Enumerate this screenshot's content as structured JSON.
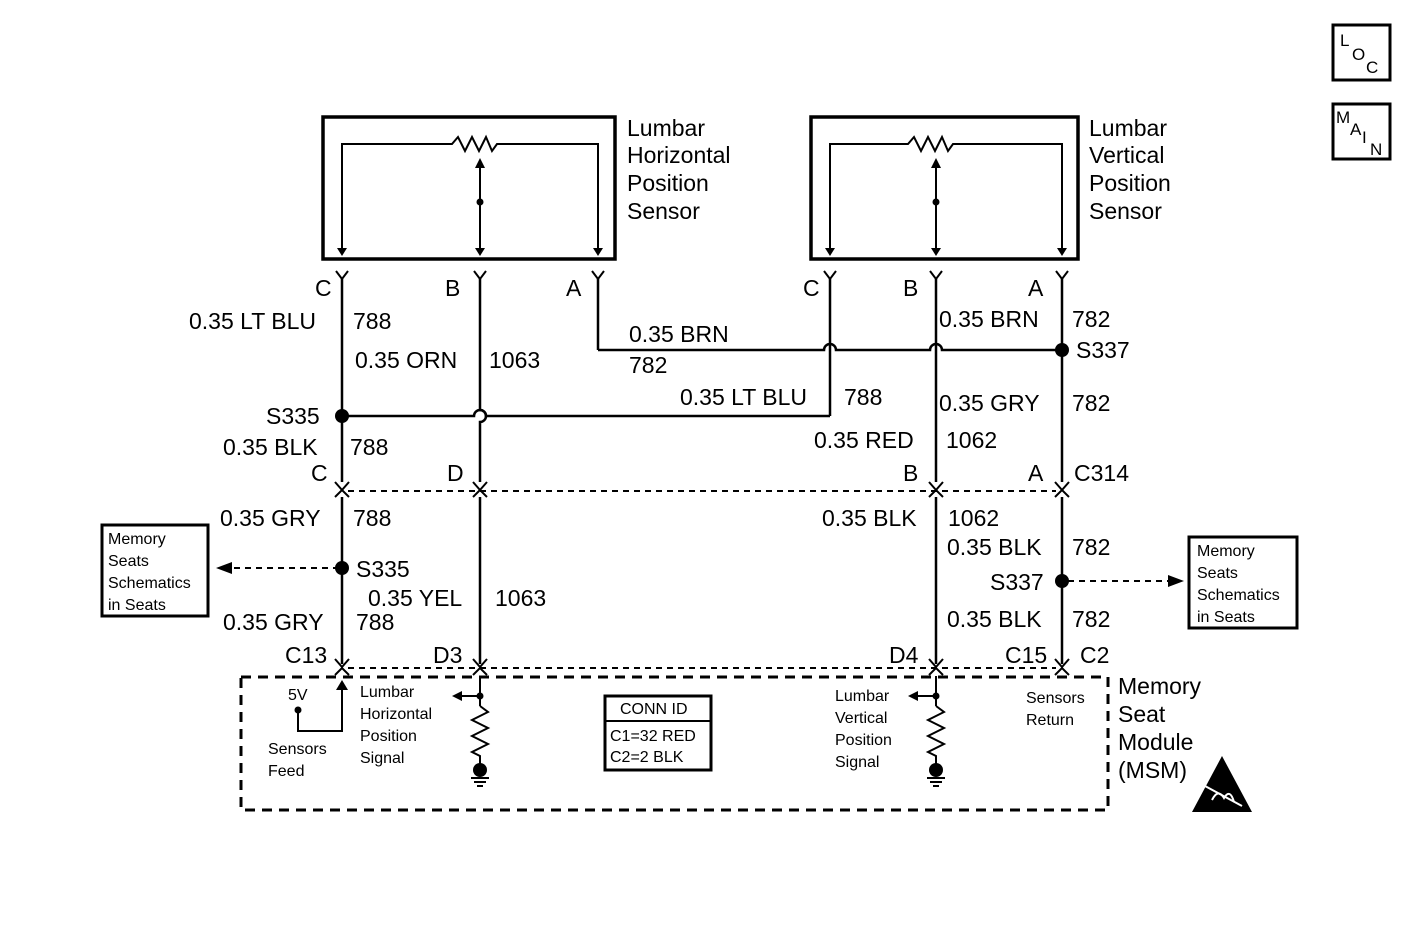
{
  "nav": {
    "loc": {
      "l1": "L",
      "l2": "O",
      "l3": "C"
    },
    "main": {
      "l1": "M",
      "l2": "A",
      "l3": "I",
      "l4": "N"
    }
  },
  "components": {
    "horiz_sensor": [
      "Lumbar",
      "Horizontal",
      "Position",
      "Sensor"
    ],
    "vert_sensor": [
      "Lumbar",
      "Vertical",
      "Position",
      "Sensor"
    ],
    "module": [
      "Memory",
      "Seat",
      "Module",
      "(MSM)"
    ]
  },
  "pins_top": {
    "hC": "C",
    "hB": "B",
    "hA": "A",
    "vC": "C",
    "vB": "B",
    "vA": "A"
  },
  "wires": {
    "w1_color": "0.35 LT BLU",
    "w1_circ": "788",
    "w2_color": "0.35 ORN",
    "w2_circ": "1063",
    "w3_color": "0.35 BRN",
    "w3_circ": "782",
    "w4_color": "0.35 BRN",
    "w4_circ": "782",
    "w5_color": "0.35 LT BLU",
    "w5_circ": "788",
    "w6_color": "0.35 GRY",
    "w6_circ": "782",
    "w7_color": "0.35 BLK",
    "w7_circ": "788",
    "w8_color": "0.35 RED",
    "w8_circ": "1062",
    "w9_color": "0.35 GRY",
    "w9_circ": "788",
    "w10_color": "0.35 BLK",
    "w10_circ": "1062",
    "w11_color": "0.35 BLK",
    "w11_circ": "782",
    "w12_color": "0.35 YEL",
    "w12_circ": "1063",
    "w13_color": "0.35 GRY",
    "w13_circ": "788",
    "w14_color": "0.35 BLK",
    "w14_circ": "782"
  },
  "splices": {
    "s337_top": "S337",
    "s335_top": "S335",
    "s335_bot": "S335",
    "s337_bot": "S337"
  },
  "connector_c314": {
    "name": "C314",
    "pC": "C",
    "pD": "D",
    "pB": "B",
    "pA": "A"
  },
  "module_pins": {
    "c13": "C13",
    "d3": "D3",
    "d4": "D4",
    "c15": "C15",
    "c2": "C2"
  },
  "refs": {
    "left": [
      "Memory",
      "Seats",
      "Schematics",
      "in Seats"
    ],
    "right": [
      "Memory",
      "Seats",
      "Schematics",
      "in Seats"
    ]
  },
  "module_internal": {
    "v5": "5V",
    "sensors_feed": [
      "Sensors",
      "Feed"
    ],
    "horiz_signal": [
      "Lumbar",
      "Horizontal",
      "Position",
      "Signal"
    ],
    "vert_signal": [
      "Lumbar",
      "Vertical",
      "Position",
      "Signal"
    ],
    "sensors_return": [
      "Sensors",
      "Return"
    ],
    "conn_id": {
      "title": "CONN ID",
      "c1": "C1=32 RED",
      "c2": "C2=2 BLK"
    }
  }
}
